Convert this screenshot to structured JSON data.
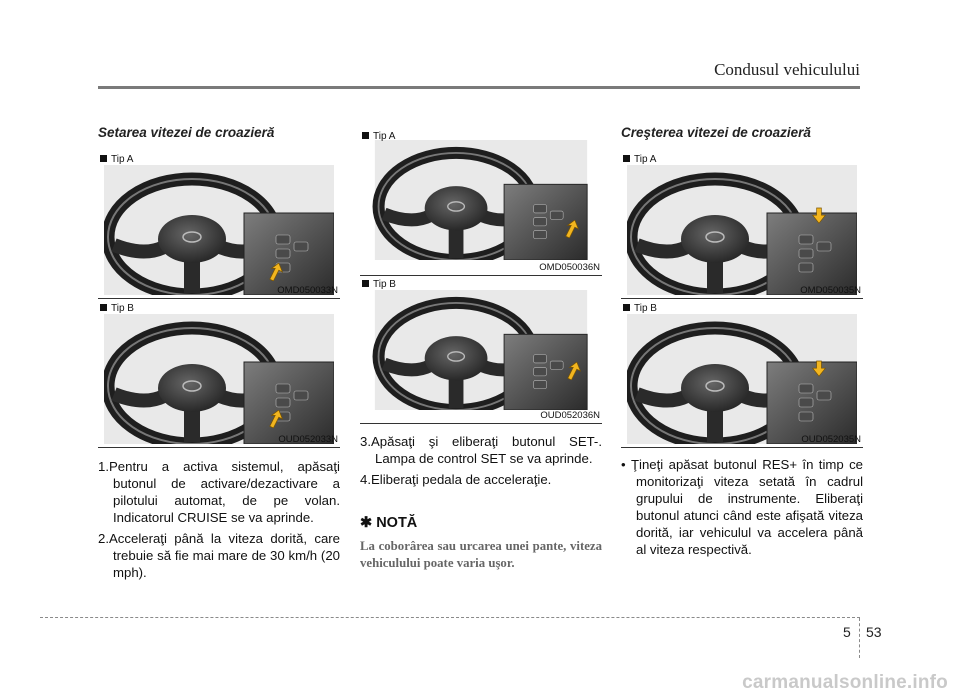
{
  "header": {
    "title": "Condusul vehiculului"
  },
  "columns": {
    "left": {
      "section_title": "Setarea vitezei de croazieră",
      "figures": [
        {
          "tip": "Tip A",
          "code": "OMD050033N"
        },
        {
          "tip": "Tip B",
          "code": "OUD052033N"
        }
      ],
      "steps": [
        "1.Pentru a activa sistemul, apăsaţi butonul de activare/dezactivare a pilotului automat, de pe volan. Indicatorul CRUISE se va aprinde.",
        "2.Acceleraţi până la viteza dorită, care trebuie să fie mai mare de 30 km/h (20 mph)."
      ]
    },
    "middle": {
      "figures": [
        {
          "tip": "Tip A",
          "code": "OMD050036N"
        },
        {
          "tip": "Tip B",
          "code": "OUD052036N"
        }
      ],
      "steps": [
        "3.Apăsaţi şi eliberaţi butonul SET-. Lampa de control SET se va aprinde.",
        "4.Eliberaţi pedala de acceleraţie."
      ],
      "note": {
        "title": "NOTĂ",
        "body": "La coborârea sau urcarea unei pante, viteza vehiculului poate varia uşor."
      }
    },
    "right": {
      "section_title": "Creşterea vitezei de croazieră",
      "figures": [
        {
          "tip": "Tip A",
          "code": "OMD050035N"
        },
        {
          "tip": "Tip B",
          "code": "OUD052035N"
        }
      ],
      "bullet": "• Ţineţi apăsat butonul RES+ în timp ce monitorizaţi viteza setată în cadrul grupului de instrumente. Eliberaţi butonul atunci când este afişată viteza dorită, iar vehiculul va accelera până al viteza respectivă."
    }
  },
  "footer": {
    "section_number": "5",
    "page_number": "53"
  },
  "watermark": "carmanualsonline.info",
  "icons": {
    "note": "asterisk-icon",
    "tip_marker": "square-icon",
    "indicator": "arrow-icon"
  },
  "colors": {
    "rule": "#7a7a7a",
    "note_text": "#666666",
    "arrow": "#f2b51f"
  }
}
